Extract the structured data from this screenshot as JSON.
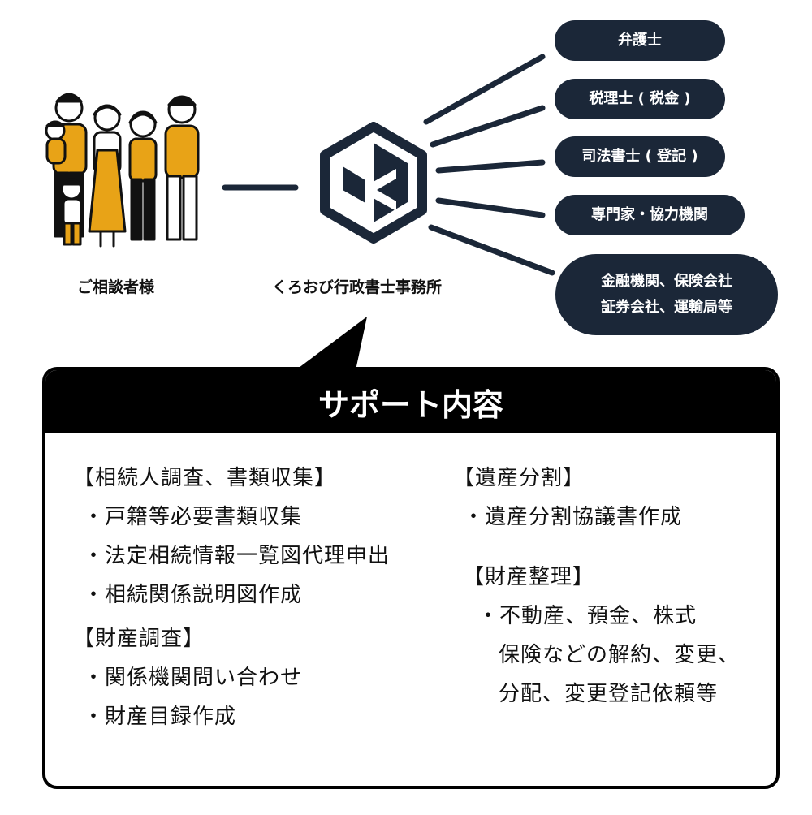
{
  "client": {
    "label": "ご相談者様"
  },
  "office": {
    "label": "くろおび行政書士事務所"
  },
  "partners": [
    {
      "label": "弁護士"
    },
    {
      "label": "税理士 ( 税金 )"
    },
    {
      "label": "司法書士 ( 登記 )"
    },
    {
      "label": "専門家・協力機関"
    },
    {
      "label_line1": "金融機関、保険会社",
      "label_line2": "証券会社、運輸局等"
    }
  ],
  "support": {
    "title": "サポート内容",
    "left": [
      {
        "heading": "【相続人調査、書類収集】",
        "items": [
          "・戸籍等必要書類収集",
          "・法定相続情報一覧図代理申出",
          "・相続関係説明図作成"
        ]
      },
      {
        "heading": "【財産調査】",
        "items": [
          "・関係機関問い合わせ",
          "・財産目録作成"
        ]
      }
    ],
    "right": [
      {
        "heading": "【遺産分割】",
        "items": [
          "・遺産分割協議書作成"
        ]
      },
      {
        "heading": "【財産整理】",
        "items": [
          "・不動産、預金、株式",
          "保険などの解約、変更、",
          "分配、変更登記依頼等"
        ]
      }
    ]
  },
  "colors": {
    "navy": "#1b2738",
    "family_orange": "#e8a317",
    "black": "#000000"
  }
}
